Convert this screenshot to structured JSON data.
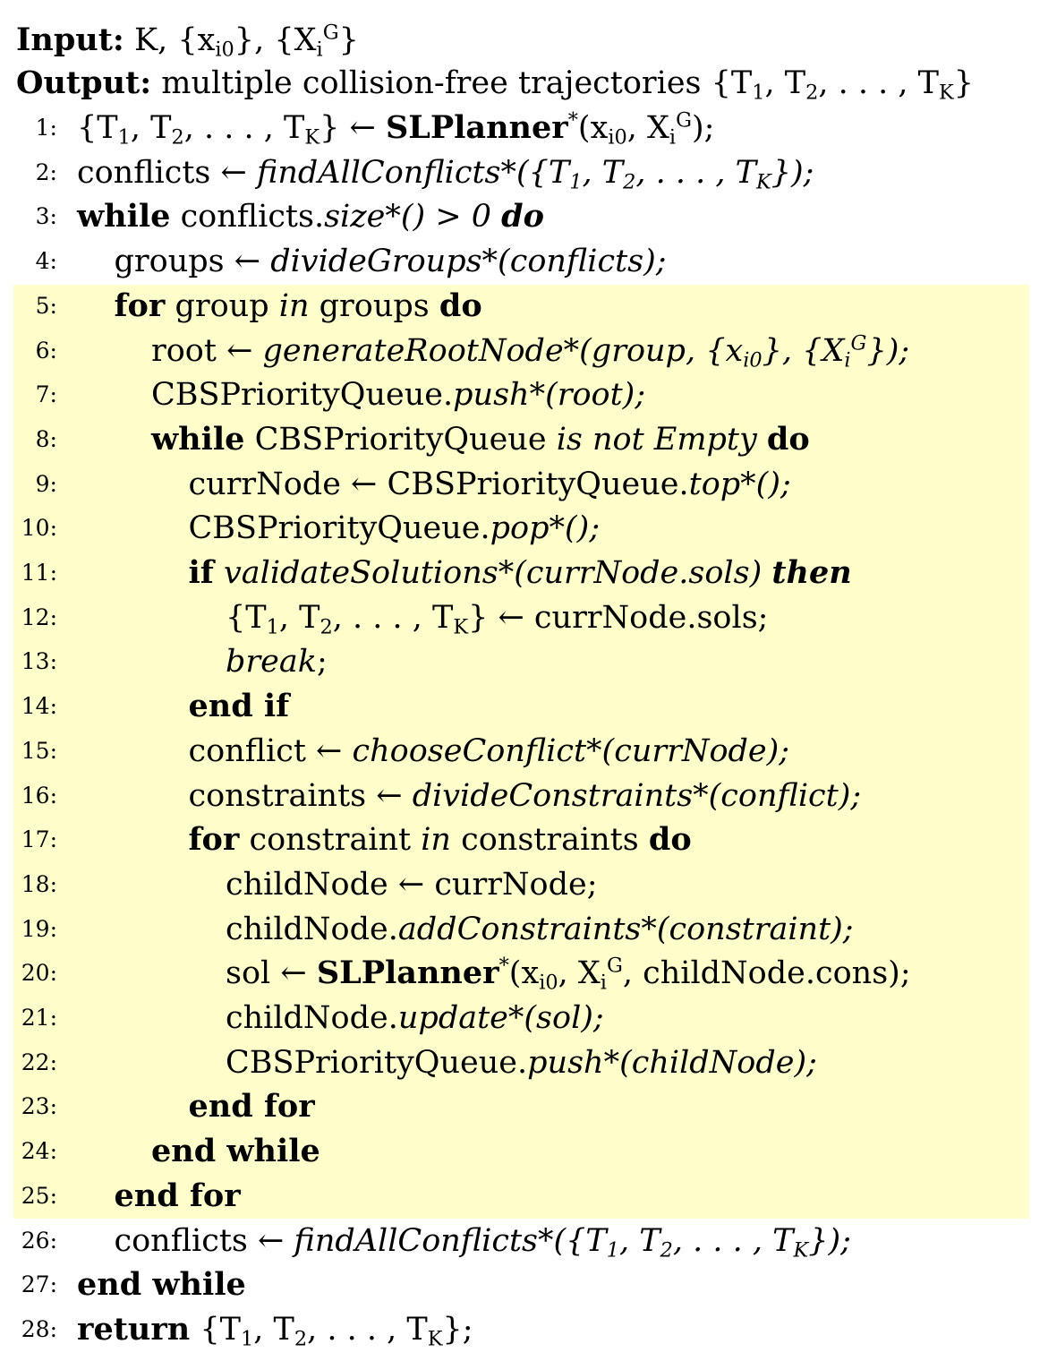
{
  "header": {
    "input_label": "Input:",
    "input_value": "K, {x_{i0}}, {X_i^G}",
    "output_label": "Output:",
    "output_value": "multiple collision-free trajectories {T_1, T_2, . . . , T_K}"
  },
  "lines": [
    {
      "num": "1:",
      "indent": 0,
      "code": "{T_1, T_2, . . . , T_K} ← **SLPlanner**^*(x_{i0}, X_i^G);"
    },
    {
      "num": "2:",
      "indent": 0,
      "code": "conflicts ← *findAllConflicts*({T_1, T_2, . . . , T_K});"
    },
    {
      "num": "3:",
      "indent": 0,
      "code": "**while** conflicts.*size*() > 0 **do**"
    },
    {
      "num": "4:",
      "indent": 1,
      "code": "groups ← *divideGroups*(conflicts);"
    },
    {
      "num": "5:",
      "indent": 1,
      "code": "**for** group *in* groups **do**"
    },
    {
      "num": "6:",
      "indent": 2,
      "code": "root ← *generateRootNode*(group, {x_{i0}}, {X_i^G});"
    },
    {
      "num": "7:",
      "indent": 2,
      "code": "CBSPriorityQueue.*push*(root);"
    },
    {
      "num": "8:",
      "indent": 2,
      "code": "**while** CBSPriorityQueue *is not Empty* **do**"
    },
    {
      "num": "9:",
      "indent": 3,
      "code": "currNode ← CBSPriorityQueue.*top*();"
    },
    {
      "num": "10:",
      "indent": 3,
      "code": "CBSPriorityQueue.*pop*();"
    },
    {
      "num": "11:",
      "indent": 3,
      "code": "**if** *validateSolutions*(currNode.sols) **then**"
    },
    {
      "num": "12:",
      "indent": 4,
      "code": "{T_1, T_2, . . . , T_K} ← currNode.sols;"
    },
    {
      "num": "13:",
      "indent": 4,
      "code": "*break*;"
    },
    {
      "num": "14:",
      "indent": 3,
      "code": "**end if**"
    },
    {
      "num": "15:",
      "indent": 3,
      "code": "conflict ← *chooseConflict*(currNode);"
    },
    {
      "num": "16:",
      "indent": 3,
      "code": "constraints ← *divideConstraints*(conflict);"
    },
    {
      "num": "17:",
      "indent": 3,
      "code": "**for** constraint *in* constraints **do**"
    },
    {
      "num": "18:",
      "indent": 4,
      "code": "childNode ← currNode;"
    },
    {
      "num": "19:",
      "indent": 4,
      "code": "childNode.*addConstraints*(constraint);"
    },
    {
      "num": "20:",
      "indent": 4,
      "code": "sol ← **SLPlanner**^*(x_{i0}, X_i^G, childNode.cons);"
    },
    {
      "num": "21:",
      "indent": 4,
      "code": "childNode.*update*(sol);"
    },
    {
      "num": "22:",
      "indent": 4,
      "code": "CBSPriorityQueue.*push*(childNode);"
    },
    {
      "num": "23:",
      "indent": 3,
      "code": "**end for**"
    },
    {
      "num": "24:",
      "indent": 2,
      "code": "**end while**"
    },
    {
      "num": "25:",
      "indent": 1,
      "code": "**end for**"
    },
    {
      "num": "26:",
      "indent": 1,
      "code": "conflicts ← *findAllConflicts*({T_1, T_2, . . . , T_K});"
    },
    {
      "num": "27:",
      "indent": 0,
      "code": "**end while**"
    },
    {
      "num": "28:",
      "indent": 0,
      "code": "**return** {T_1, T_2, . . . , T_K};"
    }
  ],
  "highlight": {
    "from_line": "5:",
    "to_line": "25:",
    "color": "#ffffcc"
  }
}
